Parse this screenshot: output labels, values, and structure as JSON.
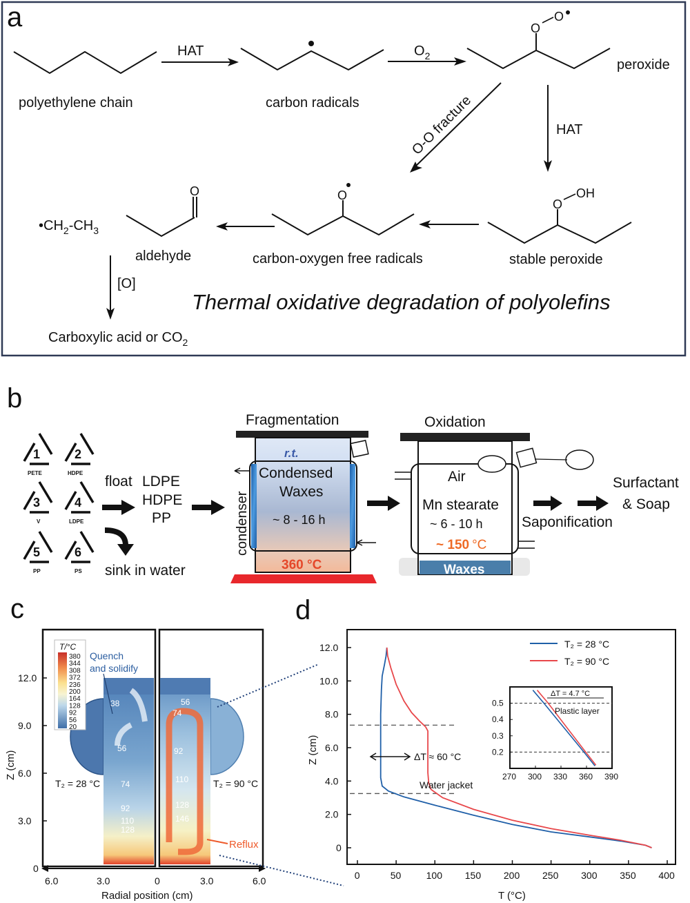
{
  "panel_a": {
    "label": "a",
    "title": "Thermal oxidative degradation of polyolefins",
    "species": {
      "polyethylene": "polyethylene chain",
      "carbon_radicals": "carbon radicals",
      "peroxide": "peroxide",
      "stable_peroxide": "stable peroxide",
      "co_radicals": "carbon-oxygen free radicals",
      "aldehyde": "aldehyde",
      "ethyl_radical": "•CH",
      "ethyl_sub2": "2",
      "ethyl_mid": "-CH",
      "ethyl_sub3": "3",
      "final_product": "Carboxylic acid or CO",
      "final_sub": "2"
    },
    "arrows": {
      "hat1": "HAT",
      "o2": "O",
      "o2_sub": "2",
      "hat2": "HAT",
      "oo_fracture": "O-O fracture",
      "oxidation": "[O]"
    },
    "atoms": {
      "O": "O",
      "OH": "OH"
    }
  },
  "panel_b": {
    "label": "b",
    "recycle_codes": [
      {
        "num": "1",
        "name": "PETE"
      },
      {
        "num": "2",
        "name": "HDPE"
      },
      {
        "num": "3",
        "name": "V"
      },
      {
        "num": "4",
        "name": "LDPE"
      },
      {
        "num": "5",
        "name": "PP"
      },
      {
        "num": "6",
        "name": "PS"
      }
    ],
    "float_label": "float",
    "floating_plastics": [
      "LDPE",
      "HDPE",
      "PP"
    ],
    "sink_label": "sink in water",
    "fragmentation": {
      "title": "Fragmentation",
      "top_label": "r.t.",
      "contents": [
        "Condensed",
        "Waxes"
      ],
      "time": "~ 8 - 16 h",
      "temp": "360 °C",
      "side_label": "condenser"
    },
    "oxidation": {
      "title": "Oxidation",
      "gas": "Air",
      "catalyst": "Mn stearate",
      "time": "~ 6 - 10 h",
      "temp_value": "~ 150",
      "temp_unit": "°C",
      "bottom_label": "Waxes"
    },
    "saponification_label": "Saponification",
    "product": [
      "Surfactant",
      "& Soap"
    ]
  },
  "panel_c": {
    "label": "c",
    "colorbar_title": "T/°C",
    "colorbar_ticks": [
      "380",
      "344",
      "308",
      "372",
      "236",
      "200",
      "164",
      "128",
      "92",
      "56",
      "20"
    ],
    "annotation_quench": [
      "Quench",
      "and solidify"
    ],
    "annotation_reflux": "Reflux",
    "left_condition": "T₂ = 28 °C",
    "right_condition": "T₂ = 90 °C",
    "left_isotherms": [
      "38",
      "56",
      "74",
      "92",
      "110",
      "128"
    ],
    "right_isotherms": [
      "56",
      "74",
      "92",
      "110",
      "128",
      "146"
    ],
    "yaxis_label": "Z (cm)",
    "yticks": [
      "0",
      "3.0",
      "6.0",
      "9.0",
      "12.0"
    ],
    "xaxis_label": "Radial position (cm)",
    "xticks": [
      "6.0",
      "3.0",
      "0",
      "3.0",
      "6.0"
    ]
  },
  "chart_data": {
    "type": "line",
    "title": "",
    "panel_label": "d",
    "xlabel": "T (°C)",
    "ylabel": "Z (cm)",
    "xlim": [
      0,
      400
    ],
    "ylim": [
      -1,
      13
    ],
    "xticks": [
      0,
      50,
      100,
      150,
      200,
      250,
      300,
      350,
      400
    ],
    "yticks": [
      0,
      2.0,
      4.0,
      6.0,
      8.0,
      10.0,
      12.0
    ],
    "ytick_labels": [
      "0",
      "2.0",
      "4.0",
      "6.0",
      "8.0",
      "10.0",
      "12.0"
    ],
    "legend_position": "top-right",
    "series": [
      {
        "name": "T₂ = 28 °C",
        "color": "#1f5fa8",
        "points": [
          [
            380,
            0
          ],
          [
            372,
            0.15
          ],
          [
            340,
            0.4
          ],
          [
            300,
            0.65
          ],
          [
            250,
            0.95
          ],
          [
            200,
            1.4
          ],
          [
            150,
            1.95
          ],
          [
            100,
            2.55
          ],
          [
            60,
            3.05
          ],
          [
            40,
            3.4
          ],
          [
            32,
            3.7
          ],
          [
            30,
            4.2
          ],
          [
            30,
            6.0
          ],
          [
            30,
            8.0
          ],
          [
            31,
            9.5
          ],
          [
            32,
            10.3
          ],
          [
            35,
            11.0
          ],
          [
            37,
            11.5
          ],
          [
            38,
            12.0
          ]
        ]
      },
      {
        "name": "T₂ = 90 °C",
        "color": "#e8474a",
        "points": [
          [
            380,
            0
          ],
          [
            372,
            0.15
          ],
          [
            340,
            0.45
          ],
          [
            300,
            0.75
          ],
          [
            250,
            1.15
          ],
          [
            200,
            1.65
          ],
          [
            150,
            2.3
          ],
          [
            110,
            3.0
          ],
          [
            95,
            3.5
          ],
          [
            92,
            3.9
          ],
          [
            91,
            4.5
          ],
          [
            91,
            6.0
          ],
          [
            91,
            7.0
          ],
          [
            88,
            7.25
          ],
          [
            80,
            7.6
          ],
          [
            70,
            8.1
          ],
          [
            60,
            8.8
          ],
          [
            50,
            9.8
          ],
          [
            43,
            10.8
          ],
          [
            39,
            11.5
          ],
          [
            38,
            12.0
          ]
        ]
      }
    ],
    "reference_lines_z": [
      7.35,
      3.25
    ],
    "annotations": {
      "delta_t": "ΔT ≈ 60 °C",
      "water_jacket": "Water jacket"
    },
    "inset": {
      "xlim": [
        270,
        390
      ],
      "ylim": [
        0.1,
        0.6
      ],
      "xticks": [
        270,
        300,
        330,
        360,
        390
      ],
      "yticks": [
        0.2,
        0.3,
        0.4,
        0.5
      ],
      "ytick_labels": [
        "0.2",
        "0.3",
        "0.4",
        "0.5"
      ],
      "reference_lines_z": [
        0.5,
        0.2
      ],
      "series": [
        {
          "name": "T₂ = 28 °C",
          "color": "#1f5fa8",
          "points": [
            [
              297,
              0.58
            ],
            [
              310,
              0.5
            ],
            [
              357,
              0.2
            ],
            [
              370,
              0.115
            ]
          ]
        },
        {
          "name": "T₂ = 90 °C",
          "color": "#e8474a",
          "points": [
            [
              302,
              0.58
            ],
            [
              315,
              0.5
            ],
            [
              359,
              0.2
            ],
            [
              371,
              0.12
            ]
          ]
        }
      ],
      "annotations": {
        "delta_t": "ΔT = 4.7 °C",
        "plastic_layer": "Plastic layer"
      }
    }
  }
}
